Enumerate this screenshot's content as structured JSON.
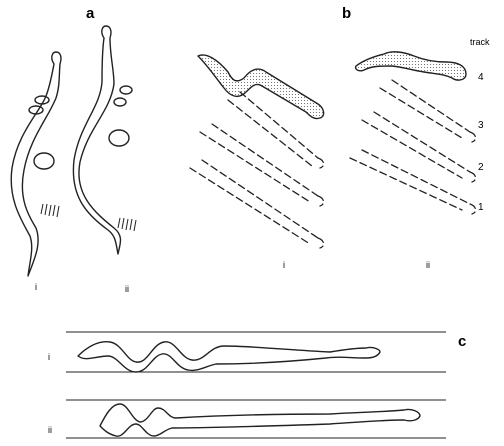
{
  "panels": {
    "a": {
      "label": "a",
      "subs": [
        "i",
        "ii"
      ]
    },
    "b": {
      "label": "b",
      "subs": [
        "i",
        "ii"
      ],
      "track_header": "track",
      "tracks": [
        "4",
        "3",
        "2",
        "1"
      ]
    },
    "c": {
      "label": "c",
      "subs": [
        "i",
        "ii"
      ]
    }
  },
  "colors": {
    "ink": "#222222",
    "background": "#ffffff",
    "stipple": "#555555"
  }
}
